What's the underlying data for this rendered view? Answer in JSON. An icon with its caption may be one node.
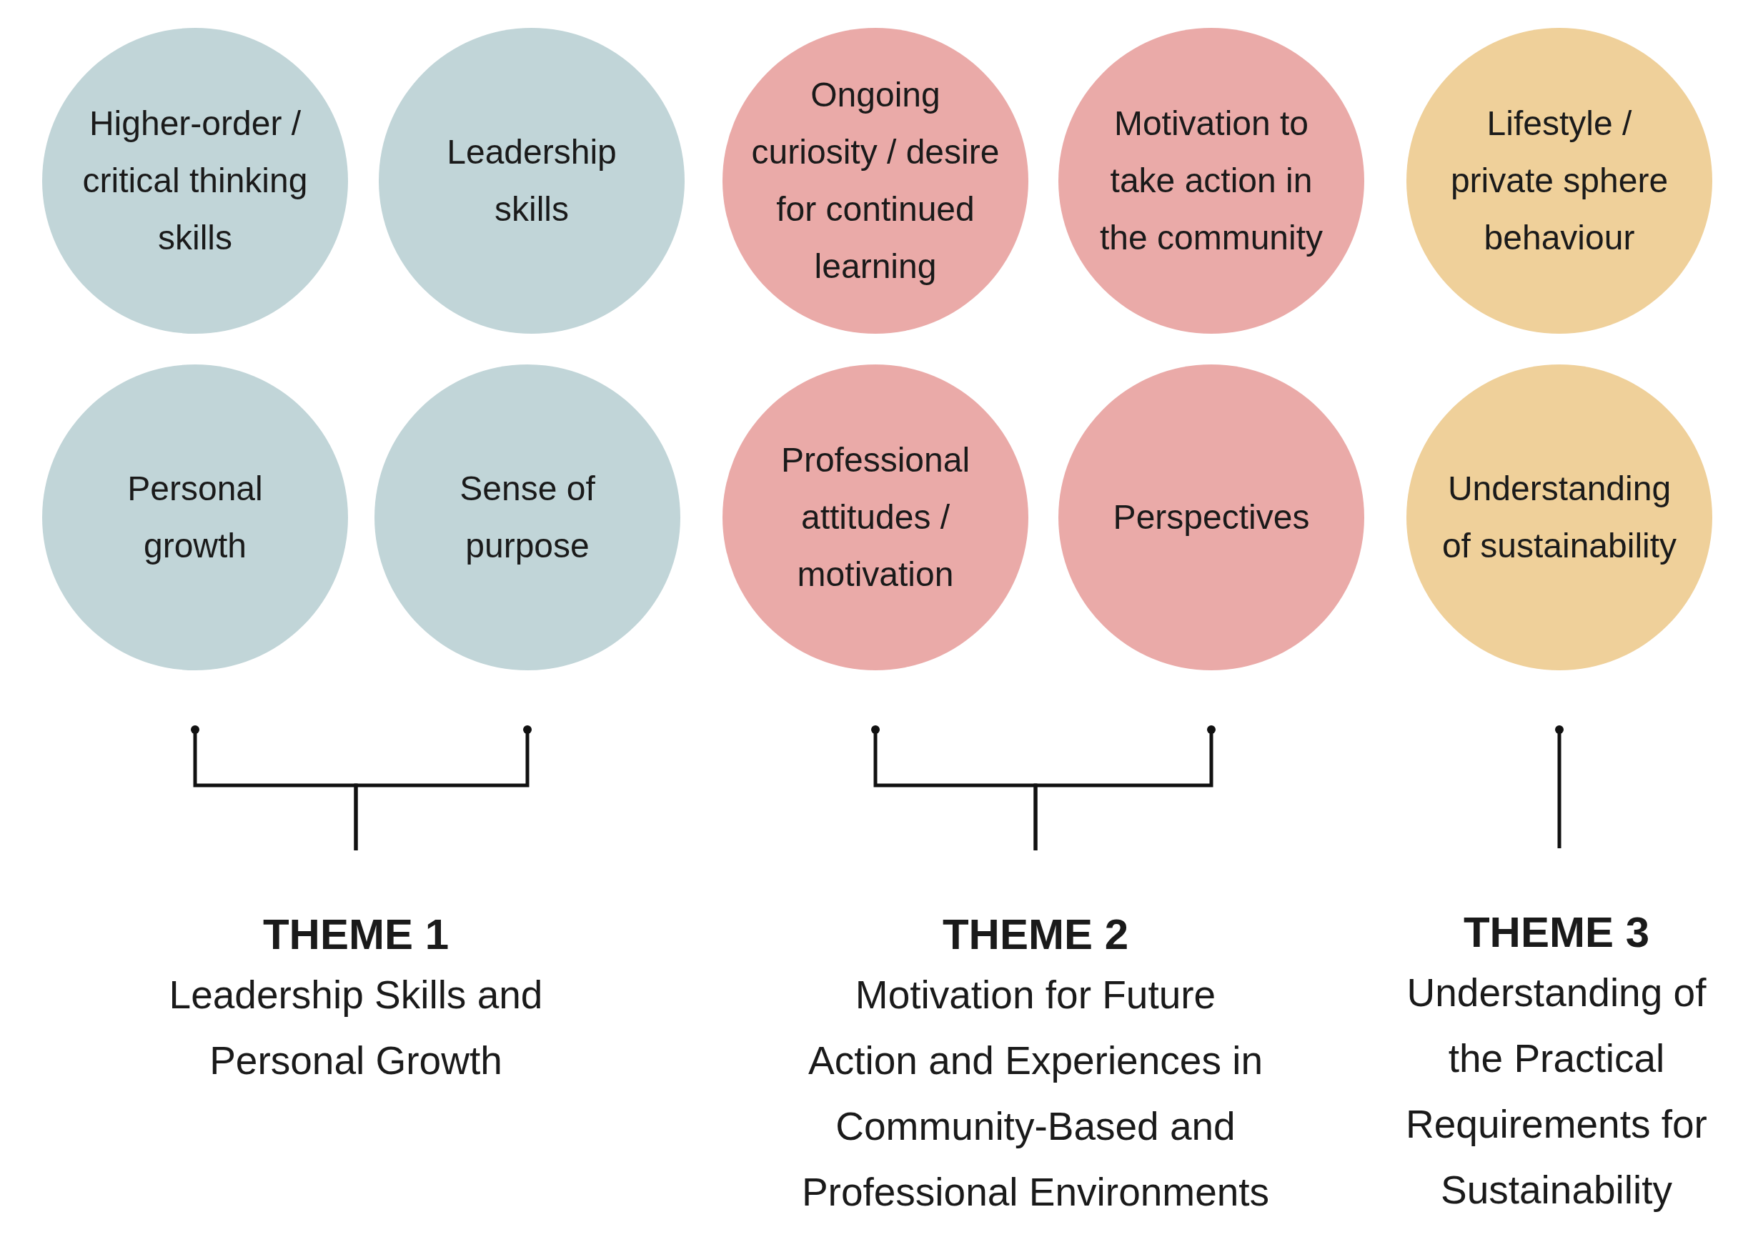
{
  "diagram": {
    "nodes": [
      {
        "text": [
          "Higher-order / critical thinking skills"
        ]
      },
      {
        "text": [
          "Leadership skills"
        ]
      },
      {
        "text": [
          "Ongoing curiosity / desire for continued learning"
        ]
      },
      {
        "text": [
          "Motivation to take action in the community"
        ]
      },
      {
        "text": [
          "Lifestyle / private sphere behaviour"
        ]
      },
      {
        "text": [
          "Personal growth"
        ]
      },
      {
        "text": [
          "Sense of purpose"
        ]
      },
      {
        "text": [
          "Professional attitudes / motivation"
        ]
      },
      {
        "text": [
          "Perspectives"
        ]
      },
      {
        "text": [
          "Understanding of sustainability"
        ]
      },
      {
        "text": [
          "THEME 1",
          "Leadership Skills and Personal Growth"
        ]
      },
      {
        "text": [
          "THEME 2",
          "Motivation for Future Action and Experiences in Community-Based and Professional Environments"
        ]
      },
      {
        "text": [
          "THEME 3",
          "Understanding of the Practical Requirements for Sustainability"
        ]
      }
    ],
    "edges": [
      {
        "from": 10,
        "to": 5,
        "arrow": "other"
      },
      {
        "from": 10,
        "to": 6,
        "arrow": "other"
      },
      {
        "from": 11,
        "to": 7,
        "arrow": "other"
      },
      {
        "from": 11,
        "to": 8,
        "arrow": "other"
      },
      {
        "from": 12,
        "to": 9,
        "arrow": "other"
      }
    ]
  }
}
